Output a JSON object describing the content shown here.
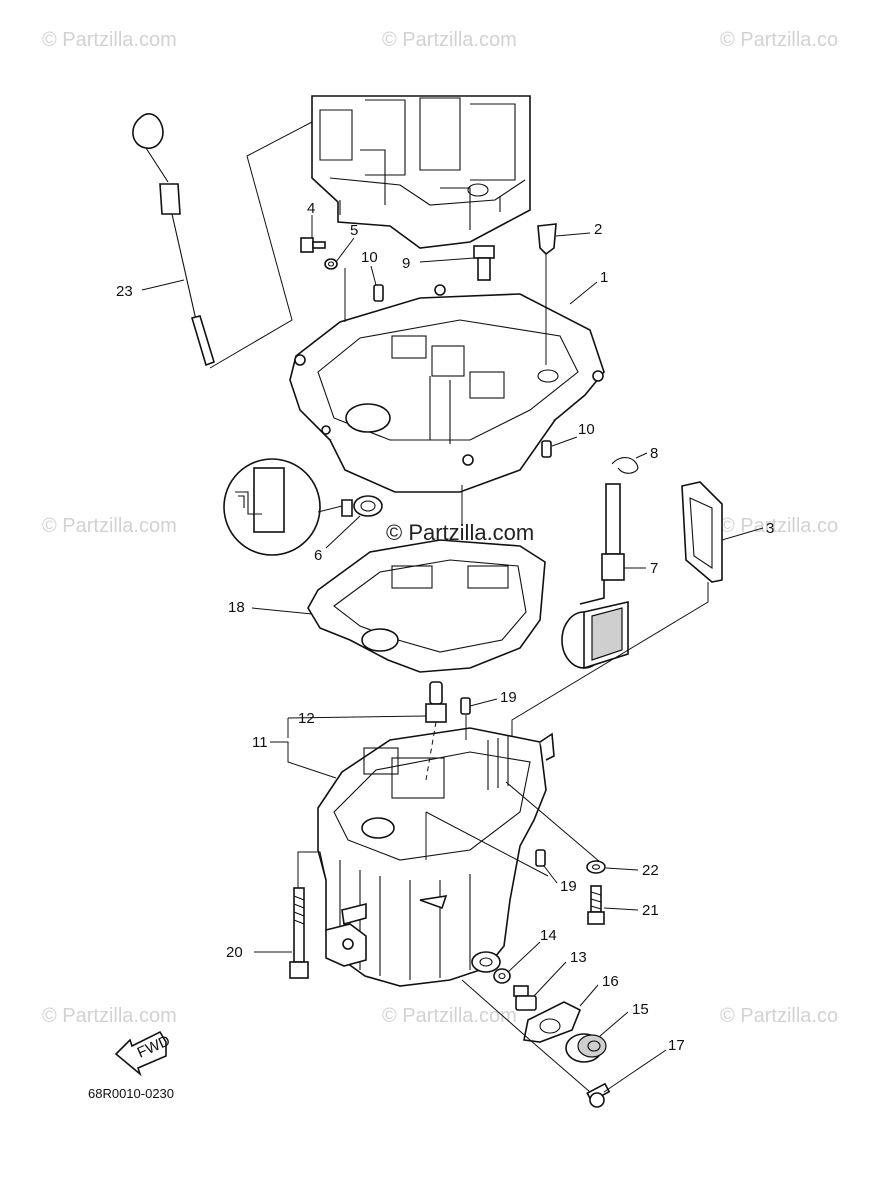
{
  "watermarks": [
    "© Partzilla.com",
    "© Partzilla.com",
    "© Partzilla.co",
    "© Partzilla.com",
    "© Partzilla.co",
    "© Partzilla.com",
    "© Partzilla.com",
    "© Partzilla.co"
  ],
  "center_watermark": "© Partzilla.com",
  "callouts": [
    "1",
    "2",
    "3",
    "4",
    "5",
    "6",
    "7",
    "8",
    "9",
    "10",
    "10",
    "11",
    "12",
    "13",
    "14",
    "15",
    "16",
    "17",
    "18",
    "19",
    "19",
    "20",
    "21",
    "22",
    "23"
  ],
  "fwd_label": "FWD",
  "diagram_code": "68R0010-0230"
}
